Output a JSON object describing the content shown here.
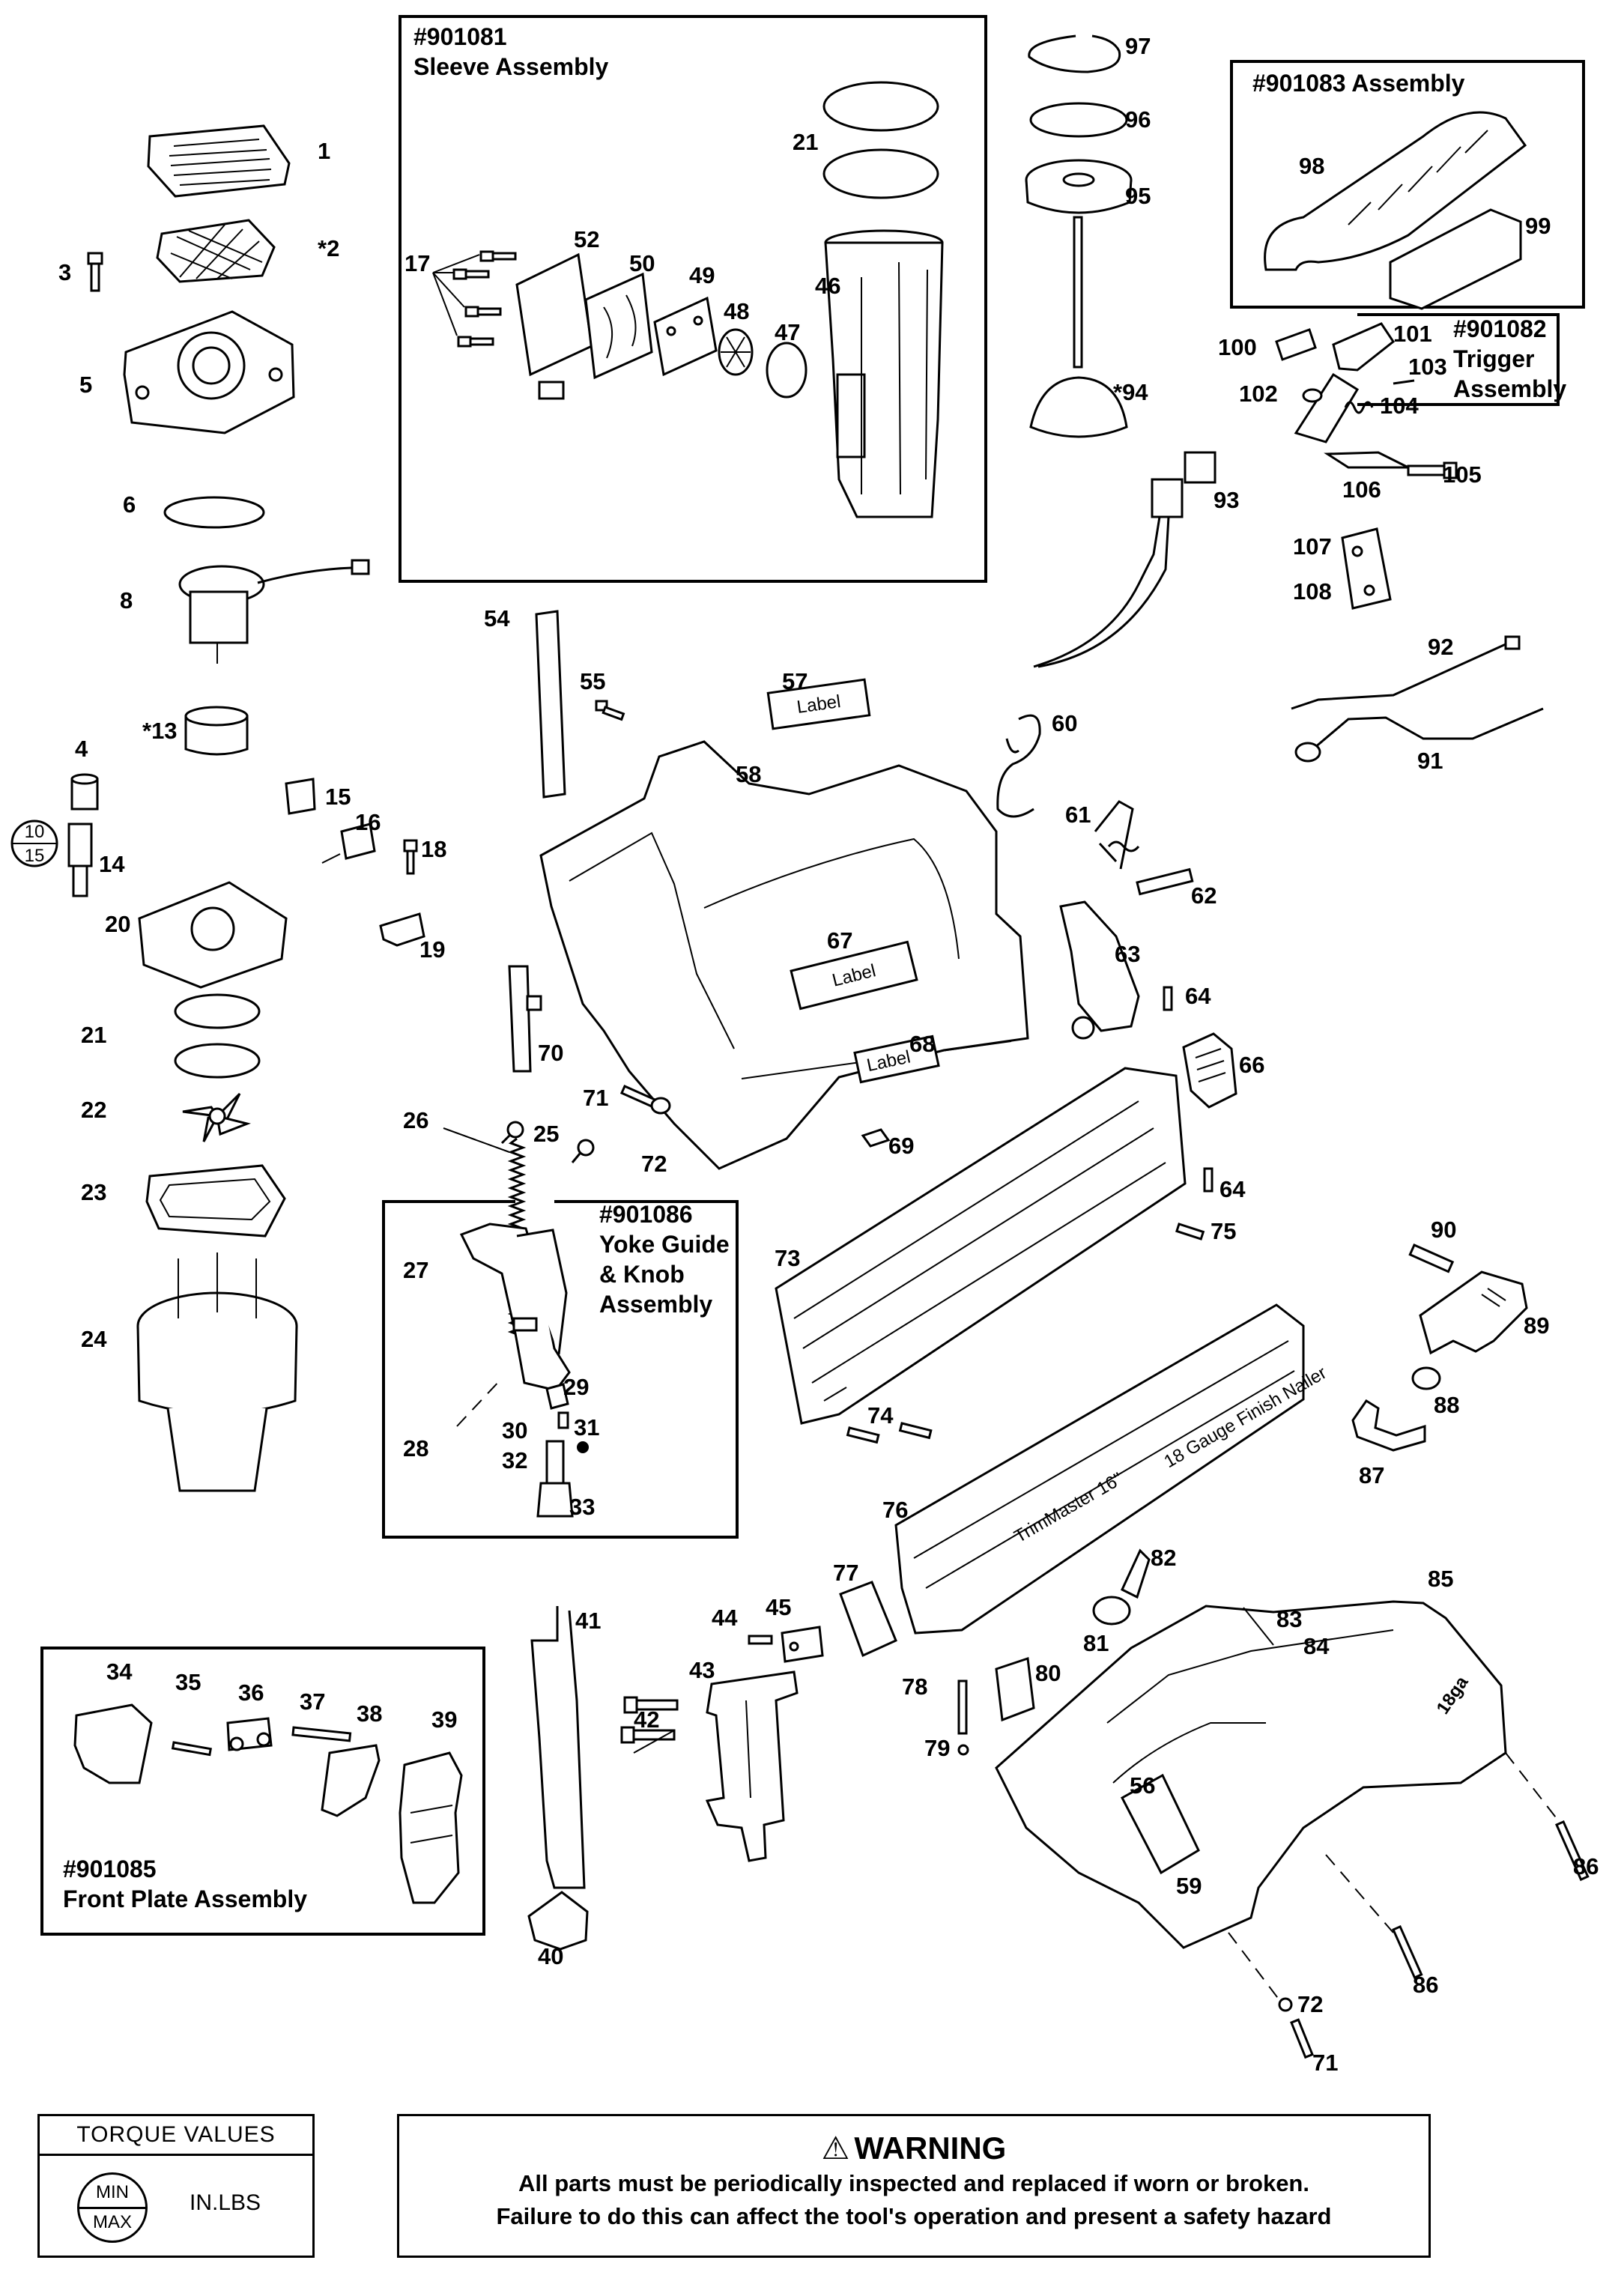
{
  "assemblies": {
    "sleeve": {
      "number": "#901081",
      "name": "Sleeve Assembly"
    },
    "handle": {
      "number": "#901083 Assembly"
    },
    "trigger": {
      "number": "#901082",
      "name_line1": "Trigger",
      "name_line2": "Assembly"
    },
    "yoke": {
      "number": "#901086",
      "name_line1": "Yoke Guide",
      "name_line2": "& Knob",
      "name_line3": "Assembly"
    },
    "front_plate": {
      "number": "#901085",
      "name": "Front Plate Assembly"
    }
  },
  "labels": {
    "label_57": "Label",
    "label_67": "Label",
    "label_68": "Label"
  },
  "torque_badge": {
    "top": "10",
    "bottom": "15"
  },
  "housing_text": {
    "brand": "TrimMaster 16\"",
    "gauge": "18ga",
    "magazine_note": "18 Gauge Finish Nailer"
  },
  "callouts": {
    "c1": "1",
    "c2": "*2",
    "c3": "3",
    "c4": "4",
    "c5": "5",
    "c6": "6",
    "c8": "8",
    "c13": "*13",
    "c14": "14",
    "c15": "15",
    "c16": "16",
    "c17": "17",
    "c18": "18",
    "c19": "19",
    "c20": "20",
    "c21a": "21",
    "c21b": "21",
    "c22": "22",
    "c23": "23",
    "c24": "24",
    "c25": "25",
    "c26": "26",
    "c27": "27",
    "c28": "28",
    "c29": "29",
    "c30": "30",
    "c31": "31",
    "c32": "32",
    "c33": "33",
    "c34": "34",
    "c35": "35",
    "c36": "36",
    "c37": "37",
    "c38": "38",
    "c39": "39",
    "c40": "40",
    "c41": "41",
    "c42": "42",
    "c43": "43",
    "c44": "44",
    "c45": "45",
    "c46": "46",
    "c47": "47",
    "c48": "48",
    "c49": "49",
    "c50": "50",
    "c52": "52",
    "c54": "54",
    "c55": "55",
    "c56": "56",
    "c57": "57",
    "c58": "58",
    "c59": "59",
    "c60": "60",
    "c61": "61",
    "c62": "62",
    "c63": "63",
    "c64a": "64",
    "c64b": "64",
    "c66": "66",
    "c67": "67",
    "c68": "68",
    "c69": "69",
    "c70": "70",
    "c71a": "71",
    "c71b": "71",
    "c72a": "72",
    "c72b": "72",
    "c73": "73",
    "c74": "74",
    "c75": "75",
    "c76": "76",
    "c77": "77",
    "c78": "78",
    "c79": "79",
    "c80": "80",
    "c81": "81",
    "c82": "82",
    "c83": "83",
    "c84": "84",
    "c85": "85",
    "c86a": "86",
    "c86b": "86",
    "c87": "87",
    "c88": "88",
    "c89": "89",
    "c90": "90",
    "c91": "91",
    "c92": "92",
    "c93": "93",
    "c94": "*94",
    "c95": "95",
    "c96": "96",
    "c97": "97",
    "c98": "98",
    "c99": "99",
    "c100": "100",
    "c101": "101",
    "c102": "102",
    "c103": "103",
    "c104": "104",
    "c105": "105",
    "c106": "106",
    "c107": "107",
    "c108": "108"
  },
  "torque": {
    "title": "TORQUE VALUES",
    "min": "MIN",
    "max": "MAX",
    "unit": "IN.LBS"
  },
  "warning": {
    "icon": "warning-triangle-icon",
    "title": "WARNING",
    "line1": "All parts must be periodically inspected and replaced if worn or broken.",
    "line2": "Failure to do this can affect the tool's operation and  present a safety hazard"
  }
}
